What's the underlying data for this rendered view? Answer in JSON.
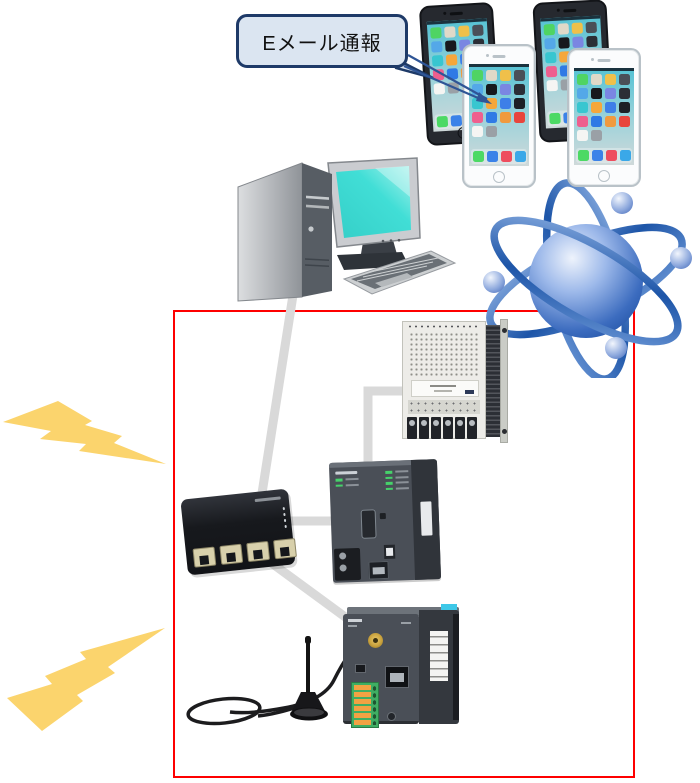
{
  "callout": {
    "label": "Eメール通報"
  },
  "colors": {
    "callout_fill": "#dbe5f1",
    "callout_border": "#1e3a68",
    "callout_text": "#111111",
    "arrow": "#2f5596",
    "boundary": "#fe0000",
    "connector": "#d9d9d9",
    "lightning": "#fbd46d",
    "atom_ring": "#1d55a8",
    "atom_core": "#3c6cbf",
    "monitor_screen": "#41ded6",
    "phone_screen_top": "#55c2d4",
    "phone_screen_bottom": "#cfd9da",
    "switch_body": "#1a1d22",
    "port_tan": "#d8d0ab",
    "module_dark": "#4a4f57",
    "io_body": "#edece8",
    "terminal_green": "#3fae63",
    "terminal_orange": "#f2a243",
    "led_green": "#46d26a"
  },
  "phones": {
    "count": 4,
    "app_icon_rows": [
      [
        "#4fd463",
        "#e0d9c8",
        "#f0c04a",
        "#4a4f58"
      ],
      [
        "#54a8e8",
        "#17191d",
        "#7a86e2",
        "#2b2e36"
      ],
      [
        "#38c6d0",
        "#f5a73b",
        "#3d7fe8",
        "#1d2026"
      ],
      [
        "#ee5f8e",
        "#2f7ae5",
        "#f09a3e",
        "#e8453c"
      ],
      [
        "#f5f5f3",
        "#9aa0a6"
      ]
    ],
    "dock_colors": [
      "#4cd964",
      "#3b82e8",
      "#ee4d5e",
      "#3aa8e8"
    ]
  },
  "ethernet_switch": {
    "port_count": 4,
    "side_led_count": 4
  },
  "plc_cpu": {
    "led_count": 4,
    "top_led_count": 2
  },
  "io_module": {
    "terminal_count": 6
  },
  "modem": {
    "terminal_slot_count": 6
  }
}
